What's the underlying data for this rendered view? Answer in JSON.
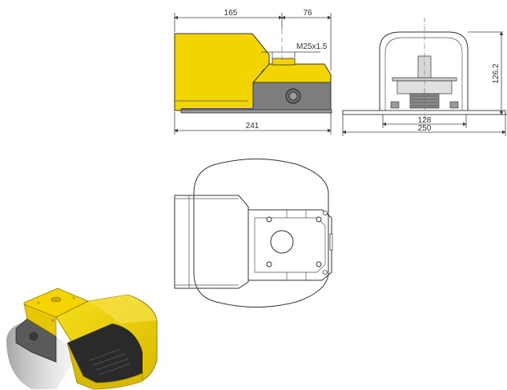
{
  "dimensions": {
    "length_yellow": "165",
    "length_grey": "76",
    "thread": "M25x1.5",
    "total_length": "241",
    "height": "126.2",
    "hole_spacing": "128",
    "base_width": "250"
  },
  "colors": {
    "yellow": "#f2d400",
    "grey": "#7d7d7d",
    "dark": "#333333"
  }
}
